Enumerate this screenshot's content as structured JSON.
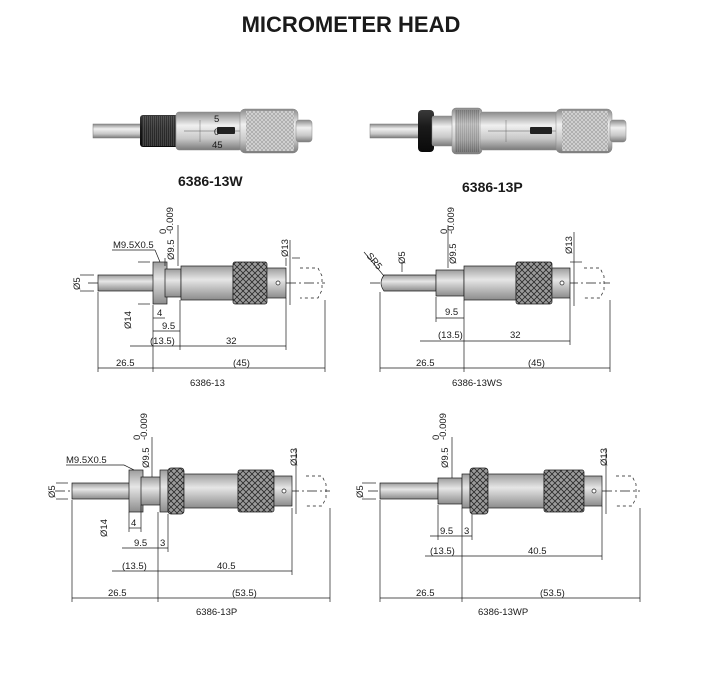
{
  "page": {
    "title": "MICROMETER HEAD"
  },
  "photos": [
    {
      "model": "6386-13W"
    },
    {
      "model": "6386-13P"
    }
  ],
  "barrel_marks": {
    "top": "5",
    "mid": "0",
    "bottom": "45"
  },
  "drawings": {
    "d13": {
      "model": "6386-13",
      "thread": "M9.5X0.5",
      "fit": "Ø9.5",
      "tol_upper": "0",
      "tol_lower": "-0.009",
      "spindle": "Ø5",
      "flange": "Ø14",
      "thimble": "Ø13",
      "d_4": "4",
      "d_9_5": "9.5",
      "d_13_5": "(13.5)",
      "d_32": "32",
      "d_26_5": "26.5",
      "d_45": "(45)"
    },
    "d13ws": {
      "model": "6386-13WS",
      "tip": "SR5",
      "spindle": "Ø5",
      "fit": "Ø9.5",
      "tol_upper": "0",
      "tol_lower": "-0.009",
      "thimble": "Ø13",
      "d_9_5": "9.5",
      "d_13_5": "(13.5)",
      "d_32": "32",
      "d_26_5": "26.5",
      "d_45": "(45)"
    },
    "d13p": {
      "model": "6386-13P",
      "thread": "M9.5X0.5",
      "fit": "Ø9.5",
      "tol_upper": "0",
      "tol_lower": "-0.009",
      "spindle": "Ø5",
      "flange": "Ø14",
      "thimble": "Ø13",
      "d_4": "4",
      "d_9_5": "9.5",
      "d_3": "3",
      "d_13_5": "(13.5)",
      "d_40_5": "40.5",
      "d_26_5": "26.5",
      "d_53_5": "(53.5)"
    },
    "d13wp": {
      "model": "6386-13WP",
      "spindle": "Ø5",
      "fit": "Ø9.5",
      "tol_upper": "0",
      "tol_lower": "-0.009",
      "thimble": "Ø13",
      "d_9_5": "9.5",
      "d_3": "3",
      "d_13_5": "(13.5)",
      "d_40_5": "40.5",
      "d_26_5": "26.5",
      "d_53_5": "(53.5)"
    }
  }
}
